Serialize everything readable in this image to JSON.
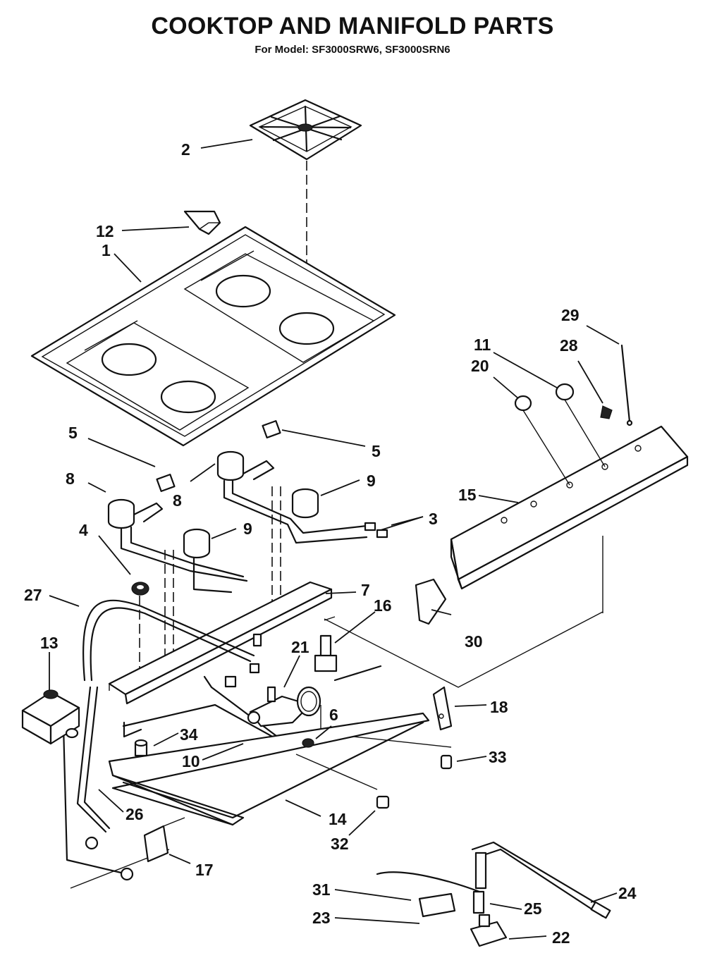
{
  "header": {
    "title": "COOKTOP AND MANIFOLD PARTS",
    "model_prefix": "For Model:",
    "models": "SF3000SRW6, SF3000SRN6"
  },
  "callouts": {
    "p1": "1",
    "p2": "2",
    "p3": "3",
    "p4": "4",
    "p5a": "5",
    "p5b": "5",
    "p6": "6",
    "p7": "7",
    "p8a": "8",
    "p8b": "8",
    "p9a": "9",
    "p9b": "9",
    "p10": "10",
    "p11": "11",
    "p12": "12",
    "p13": "13",
    "p14": "14",
    "p15": "15",
    "p16": "16",
    "p17": "17",
    "p18": "18",
    "p20": "20",
    "p21": "21",
    "p22": "22",
    "p23": "23",
    "p24": "24",
    "p25": "25",
    "p26": "26",
    "p27": "27",
    "p28": "28",
    "p29": "29",
    "p30": "30",
    "p31": "31",
    "p32": "32",
    "p33": "33",
    "p34": "34"
  },
  "colors": {
    "ink": "#111111",
    "paper": "#ffffff"
  }
}
